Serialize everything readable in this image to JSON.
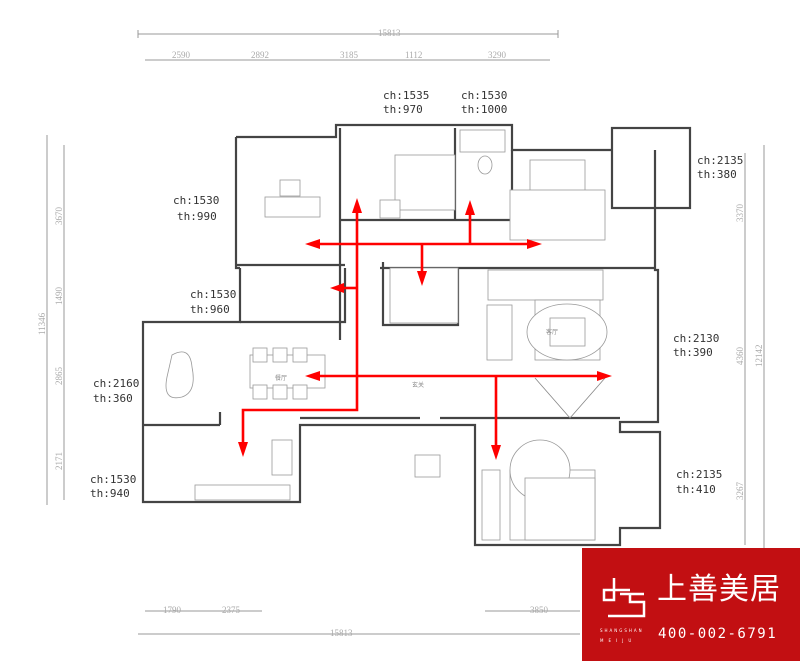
{
  "dimensions": {
    "top_total": "15813",
    "top_segments": [
      "2590",
      "2892",
      "3185",
      "1112",
      "3290"
    ],
    "left_total": "11346",
    "left_segments": [
      "3670",
      "1490",
      "2865",
      "2171"
    ],
    "right_total": "12142",
    "right_segments": [
      "3370",
      "4360",
      "3267"
    ],
    "bottom_segments": [
      "1790",
      "2375",
      "3850"
    ],
    "bottom_total": "15813"
  },
  "rooms": {
    "living": "客厅",
    "dining": "餐厅",
    "foyer": "玄关"
  },
  "height_labels": [
    {
      "ch": "ch:1535",
      "th": "th:970"
    },
    {
      "ch": "ch:1530",
      "th": "th:1000"
    },
    {
      "ch": "ch:1530",
      "th": "th:990"
    },
    {
      "ch": "ch:2135",
      "th": "th:380"
    },
    {
      "ch": "ch:1530",
      "th": "th:960"
    },
    {
      "ch": "ch:2130",
      "th": "th:390"
    },
    {
      "ch": "ch:2160",
      "th": "th:360"
    },
    {
      "ch": "ch:2135",
      "th": "th:410"
    },
    {
      "ch": "ch:1530",
      "th": "th:940"
    }
  ],
  "flow_arrow_color": "#ff0000",
  "logo": {
    "brand": "上善美居",
    "pinyin_1": "SHANGSHAN",
    "pinyin_2": "MEIJU",
    "phone": "400-002-6791",
    "background": "#c20f12"
  }
}
